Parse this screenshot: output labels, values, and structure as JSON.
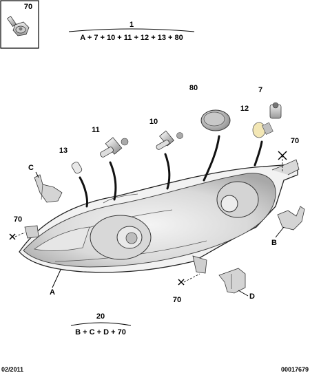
{
  "inset": {
    "ref": "70"
  },
  "groups": [
    {
      "ref": "1",
      "formula": "A + 7 + 10 + 11 + 12 + 13 + 80"
    },
    {
      "ref": "20",
      "formula": "B + C + D + 70"
    }
  ],
  "callouts": {
    "p80": "80",
    "p7": "7",
    "p12": "12",
    "p11": "11",
    "p10": "10",
    "p13": "13",
    "p70_tr": "70",
    "p70_l": "70",
    "p70_b": "70",
    "pA": "A",
    "pB": "B",
    "pC": "C",
    "pD": "D"
  },
  "footer": {
    "date": "02/2011",
    "code": "00017679"
  }
}
